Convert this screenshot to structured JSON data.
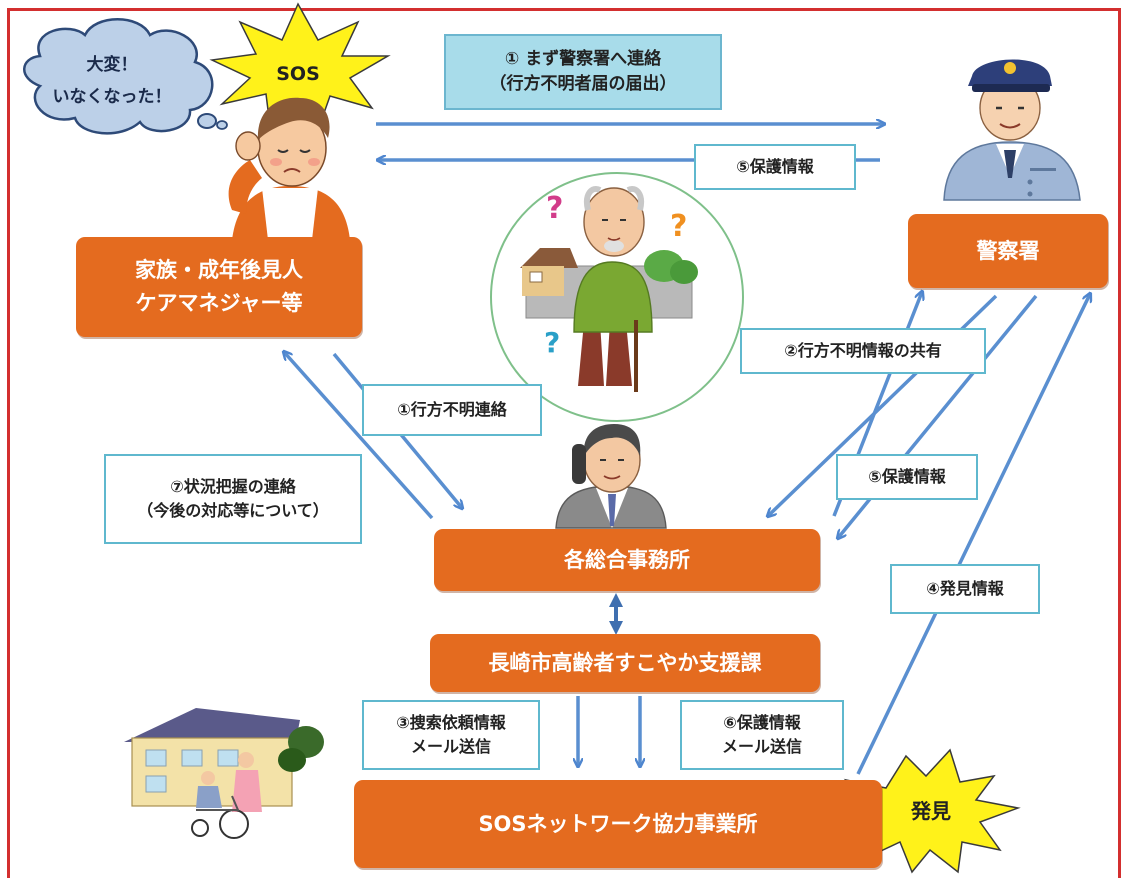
{
  "bubble": {
    "line1": "大変！",
    "line2": "いなくなった！"
  },
  "sos_burst": "SOS",
  "found_burst": "発見",
  "nodes": {
    "family": {
      "line1": "家族・成年後見人",
      "line2": "ケアマネジャー等"
    },
    "police": "警察署",
    "office": "各総合事務所",
    "division": "長崎市高齢者すこやか支援課",
    "network": "SOSネットワーク協力事業所"
  },
  "labels": {
    "step1_police": {
      "line1": "①  まず警察署へ連絡",
      "line2": "（行方不明者届の届出）"
    },
    "step5_top": "⑤保護情報",
    "step2": "②行方不明情報の共有",
    "step1_missing": "①行方不明連絡",
    "step5_mid": "⑤保護情報",
    "step7": {
      "line1": "⑦状況把握の連絡",
      "line2": "（今後の対応等について）"
    },
    "step4": "④発見情報",
    "step3": {
      "line1": "③捜索依頼情報",
      "line2": "メール送信"
    },
    "step6": {
      "line1": "⑥保護情報",
      "line2": "メール送信"
    }
  },
  "colors": {
    "node": "#e46b1f",
    "arrow": "#5a8fd0",
    "label_border": "#5fb8ce",
    "frame": "#d32f2f"
  },
  "icons": [
    "worried-woman-icon",
    "police-officer-icon",
    "confused-elder-icon",
    "phone-staff-icon",
    "care-home-icon"
  ]
}
